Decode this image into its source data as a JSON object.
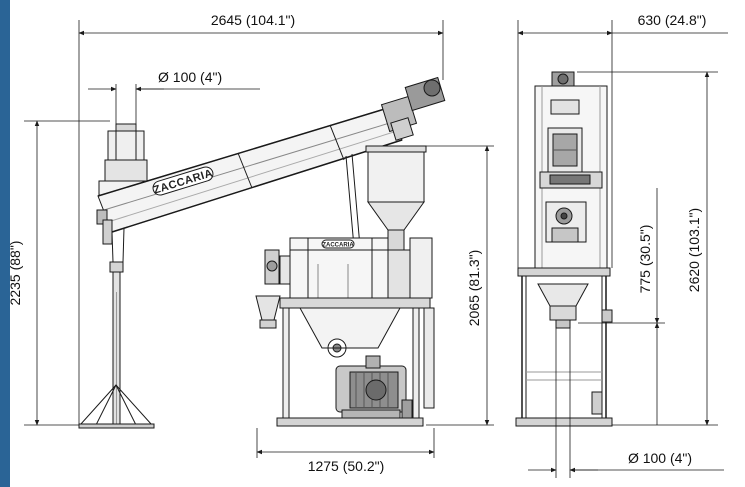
{
  "colors": {
    "stripe": "#2a6496",
    "line": "#1a1a1a",
    "metal_light": "#d7d7d7",
    "metal_mid": "#a9a9a9",
    "metal_dark": "#555555"
  },
  "brand": {
    "name": "ZACCARIA",
    "small": "ZACCARIA"
  },
  "dimensions": {
    "overall_width": "2645 (104.1\")",
    "inlet_diameter": "Ø 100 (4\")",
    "conveyor_height": "2235 (88\")",
    "machine_height": "2065 (81.3\")",
    "base_width": "1275 (50.2\")",
    "side_width": "630 (24.8\")",
    "outlet_height": "775 (30.5\")",
    "side_height": "2620 (103.1\")",
    "outlet_diameter": "Ø 100 (4\")"
  }
}
